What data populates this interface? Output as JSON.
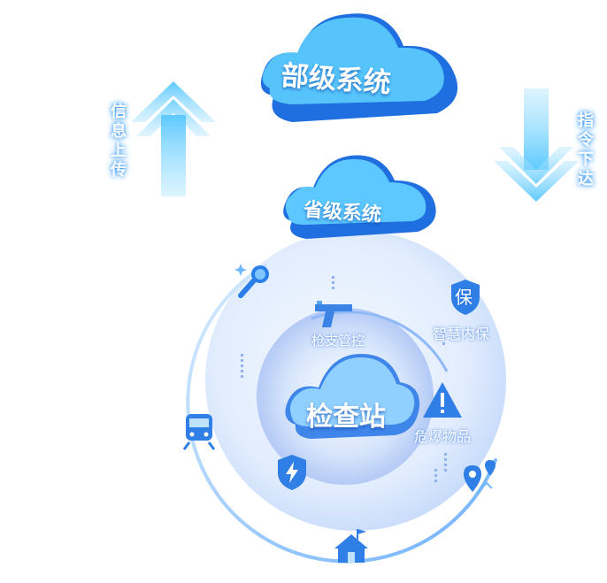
{
  "top_cloud": {
    "label": "部级系统"
  },
  "mid_cloud": {
    "label": "省级系统"
  },
  "center_cloud": {
    "label": "检查站"
  },
  "up_arrow": {
    "label_chars": [
      "信",
      "息",
      "上",
      "传"
    ]
  },
  "down_arrow": {
    "label_chars": [
      "指",
      "令",
      "下",
      "达"
    ]
  },
  "nodes": {
    "gun": {
      "label": "枪支管控"
    },
    "shield": {
      "label": "智慧内保",
      "badge": "保"
    },
    "hazard": {
      "label": "危爆物品"
    }
  },
  "colors": {
    "cloud_dark": "#1f6fe0",
    "cloud_light": "#5cc8ff",
    "ring": "#9cc8ff",
    "arrow": "#6fd3ff"
  }
}
